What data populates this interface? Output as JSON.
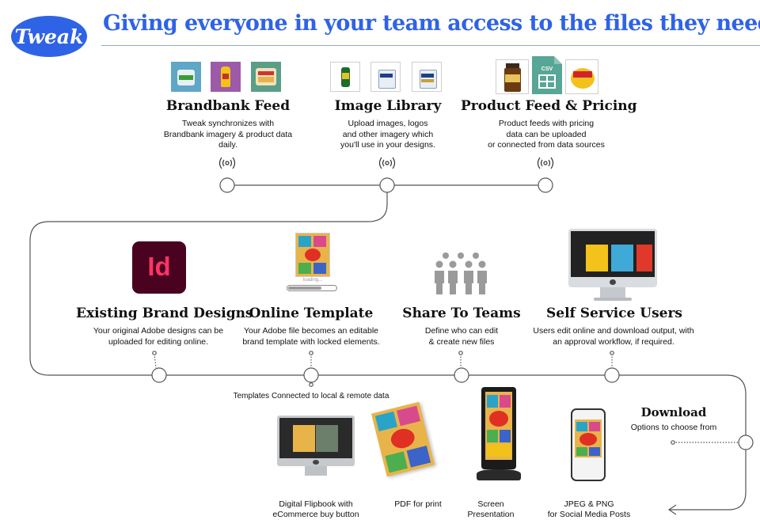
{
  "brand": {
    "logo_text": "Tweak",
    "color": "#2f63e6"
  },
  "title": "Giving everyone in your team access to the files they need",
  "sources": [
    {
      "title": "Brandbank Feed",
      "desc": "Tweak synchronizes with\nBrandbank imagery & product data\ndaily."
    },
    {
      "title": "Image Library",
      "desc": "Upload images, logos\nand other imagery which\nyou'll use in your designs."
    },
    {
      "title": "Product Feed & Pricing",
      "desc": "Product feeds with pricing\ndata can be uploaded\nor connected from data sources",
      "csv_label": "CSV"
    }
  ],
  "steps": [
    {
      "title": "Existing Brand Designs",
      "desc": "Your original Adobe designs can be\nuploaded for editing online.",
      "icon_text": "Id"
    },
    {
      "title": "Online Template",
      "desc": "Your Adobe file becomes an editable\nbrand template with locked elements.",
      "loading": "loading..."
    },
    {
      "title": "Share To Teams",
      "desc": "Define who can edit\n& create new files"
    },
    {
      "title": "Self Service Users",
      "desc": "Users edit online and download output, with\nan approval workflow, if required."
    }
  ],
  "templates_note": "Templates Connected to local & remote data",
  "download": {
    "title": "Download",
    "subtitle": "Options to choose from"
  },
  "outputs": [
    {
      "label": "Digital Flipbook with\neCommerce buy button"
    },
    {
      "label": "PDF for print"
    },
    {
      "label": "Screen\nPresentation"
    },
    {
      "label": "JPEG & PNG\nfor Social Media Posts"
    }
  ],
  "colors": {
    "accent": "#2f63e6",
    "indesign": "#49021f",
    "indesign_text": "#ff3366",
    "line": "#555555"
  }
}
